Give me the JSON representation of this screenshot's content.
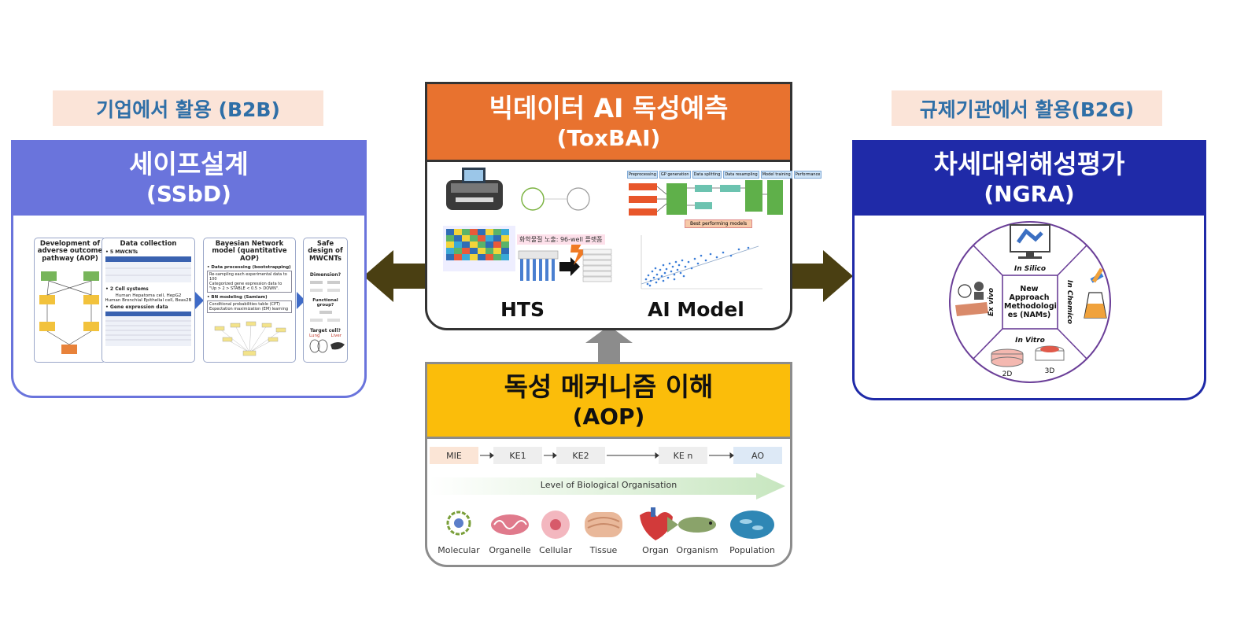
{
  "b2b_tag": "기업에서 활용 (B2B)",
  "b2g_tag": "규제기관에서 활용(B2G)",
  "ssbd": {
    "title": "세이프설계",
    "subtitle": "(SSbD)",
    "color": "#6a74dc",
    "cards": {
      "aop_title": "Development of adverse outcome pathway (AOP)",
      "data_title": "Data collection",
      "bn_title": "Bayesian Network model (quantitative AOP)",
      "safe_title": "Safe design of MWCNTs",
      "mwcnt_head": "• 5 MWCNTs",
      "cell_head": "• 2 Cell systems",
      "cell_1": "Human Hepatoma cell, HepG2",
      "cell_2": "Human Bronchial Epithelial cell, Beas2B",
      "gene_head": "• Gene expression data",
      "dp_head": "• Data processing (bootstrapping)",
      "dp_1": "Re-sampling each experimental data to 100",
      "dp_2": "Categorized gene expression data to \"Up > 2 > STABLE < 0.5 > DOWN\".",
      "bn_head": "• BN modeling (Samiam)",
      "bn_1": "Conditional probabilities table (CPT)",
      "bn_2": "Expectation maximization (EM) learning",
      "q1": "Dimension?",
      "q2": "Functional group?",
      "q3": "Target cell?",
      "lung": "Lung",
      "liver": "Liver"
    }
  },
  "toxbai": {
    "title": "빅데이터 AI 독성예측",
    "subtitle": "(ToxBAI)",
    "color": "#e8722f",
    "hts_label": "HTS",
    "ai_label": "AI Model",
    "hts_caption": "화학물질 노출: 96-well 플랫폼",
    "pipeline_box": "Best performing models",
    "pipeline_steps": [
      "Preprocessing",
      "GP generation",
      "Data splitting",
      "Data resampling",
      "Model training",
      "Performance"
    ]
  },
  "aop": {
    "title": "독성 메커니즘 이해",
    "subtitle": "(AOP)",
    "color": "#fbbd0a",
    "flow": [
      "MIE",
      "KE1",
      "KE2",
      "KE n",
      "AO"
    ],
    "level_label": "Level of Biological Organisation",
    "levels": [
      "Molecular",
      "Organelle",
      "Cellular",
      "Tissue",
      "Organ",
      "Organism",
      "Population"
    ]
  },
  "ngra": {
    "title": "차세대위해성평가",
    "subtitle": "(NGRA)",
    "color": "#1f2aa8",
    "center": "New Approach Methodologi es (NAMs)",
    "in_silico": "In Silico",
    "in_chemico": "In Chemico",
    "in_vitro": "In Vitro",
    "ex_vivo": "Ex vivo",
    "label_2d": "2D",
    "label_3d": "3D"
  }
}
